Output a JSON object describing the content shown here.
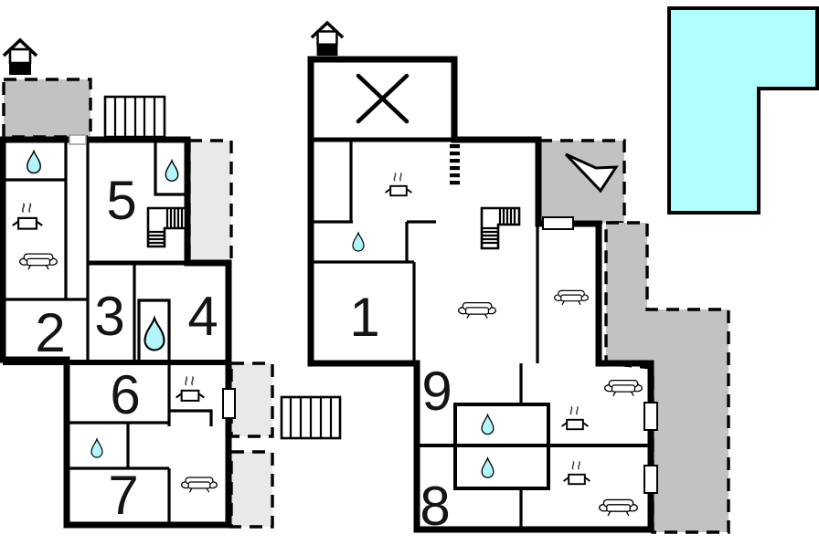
{
  "title": "Holiday home floor plan",
  "colors": {
    "pool": "#b0feff",
    "water": "#b2f5fb",
    "terrace_dark": "#c2c2c2",
    "terrace_light": "#e9e9e9"
  },
  "rooms": {
    "room1": "1",
    "room2": "2",
    "room3": "3",
    "room4": "4",
    "room5": "5",
    "room6": "6",
    "room7": "7",
    "room8": "8",
    "room9": "9"
  },
  "icons": {
    "chimney": "chimney-icon",
    "water_drop": "water-drop-icon",
    "sofa": "sofa-icon",
    "stove": "stove-icon",
    "stairs": "stairs-icon",
    "garage_cross": "crossed-area-icon",
    "north_arrow": "north-arrow-icon",
    "exterior_steps": "exterior-steps-icon",
    "terrace": "terrace-area",
    "pool": "swimming-pool"
  }
}
